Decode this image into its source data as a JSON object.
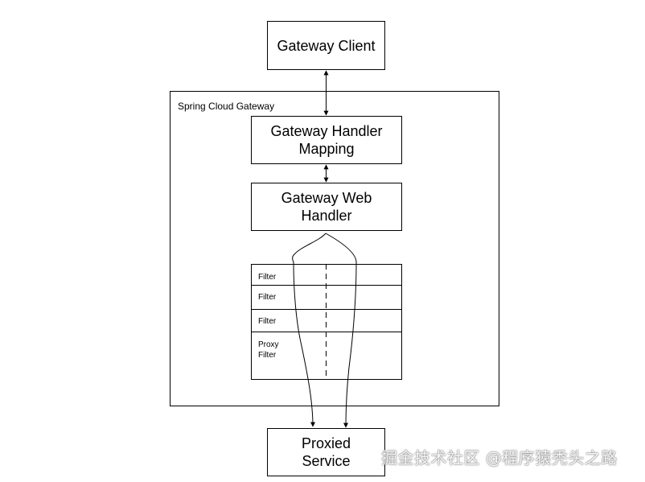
{
  "diagram": {
    "container_label": "Spring Cloud Gateway",
    "nodes": {
      "gateway_client": "Gateway Client",
      "handler_mapping": "Gateway Handler\nMapping",
      "web_handler": "Gateway Web\nHandler",
      "proxied_service": "Proxied\nService"
    },
    "filters": [
      "Filter",
      "Filter",
      "Filter",
      "Proxy\nFilter"
    ]
  },
  "watermark": "掘金技术社区 @程序猿秃头之路"
}
